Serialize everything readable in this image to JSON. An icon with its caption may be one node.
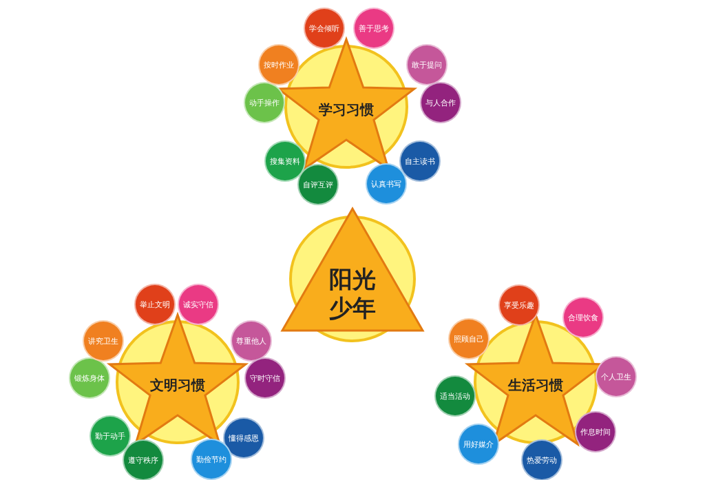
{
  "diagram": {
    "nodes": [
      {
        "text": [
          "学习习惯"
        ]
      },
      {
        "text": [
          "学会倾听"
        ]
      },
      {
        "text": [
          "善于思考"
        ]
      },
      {
        "text": [
          "敢于提问"
        ]
      },
      {
        "text": [
          "与人合作"
        ]
      },
      {
        "text": [
          "自主读书"
        ]
      },
      {
        "text": [
          "认真书写"
        ]
      },
      {
        "text": [
          "自评互评"
        ]
      },
      {
        "text": [
          "搜集资料"
        ]
      },
      {
        "text": [
          "动手操作"
        ]
      },
      {
        "text": [
          "按时作业"
        ]
      },
      {
        "text": [
          "阳光少年"
        ]
      },
      {
        "text": [
          "文明习惯"
        ]
      },
      {
        "text": [
          "举止文明"
        ]
      },
      {
        "text": [
          "诚实守信"
        ]
      },
      {
        "text": [
          "尊重他人"
        ]
      },
      {
        "text": [
          "守时守信"
        ]
      },
      {
        "text": [
          "懂得感恩"
        ]
      },
      {
        "text": [
          "勤俭节约"
        ]
      },
      {
        "text": [
          "遵守秩序"
        ]
      },
      {
        "text": [
          "勤于动手"
        ]
      },
      {
        "text": [
          "锻炼身体"
        ]
      },
      {
        "text": [
          "讲究卫生"
        ]
      },
      {
        "text": [
          "生活习惯"
        ]
      },
      {
        "text": [
          "享受乐趣"
        ]
      },
      {
        "text": [
          "合理饮食"
        ]
      },
      {
        "text": [
          "个人卫生"
        ]
      },
      {
        "text": [
          "作息时间"
        ]
      },
      {
        "text": [
          "热爱劳动"
        ]
      },
      {
        "text": [
          "用好媒介"
        ]
      },
      {
        "text": [
          "适当活动"
        ]
      },
      {
        "text": [
          "照顾自己"
        ]
      }
    ]
  }
}
